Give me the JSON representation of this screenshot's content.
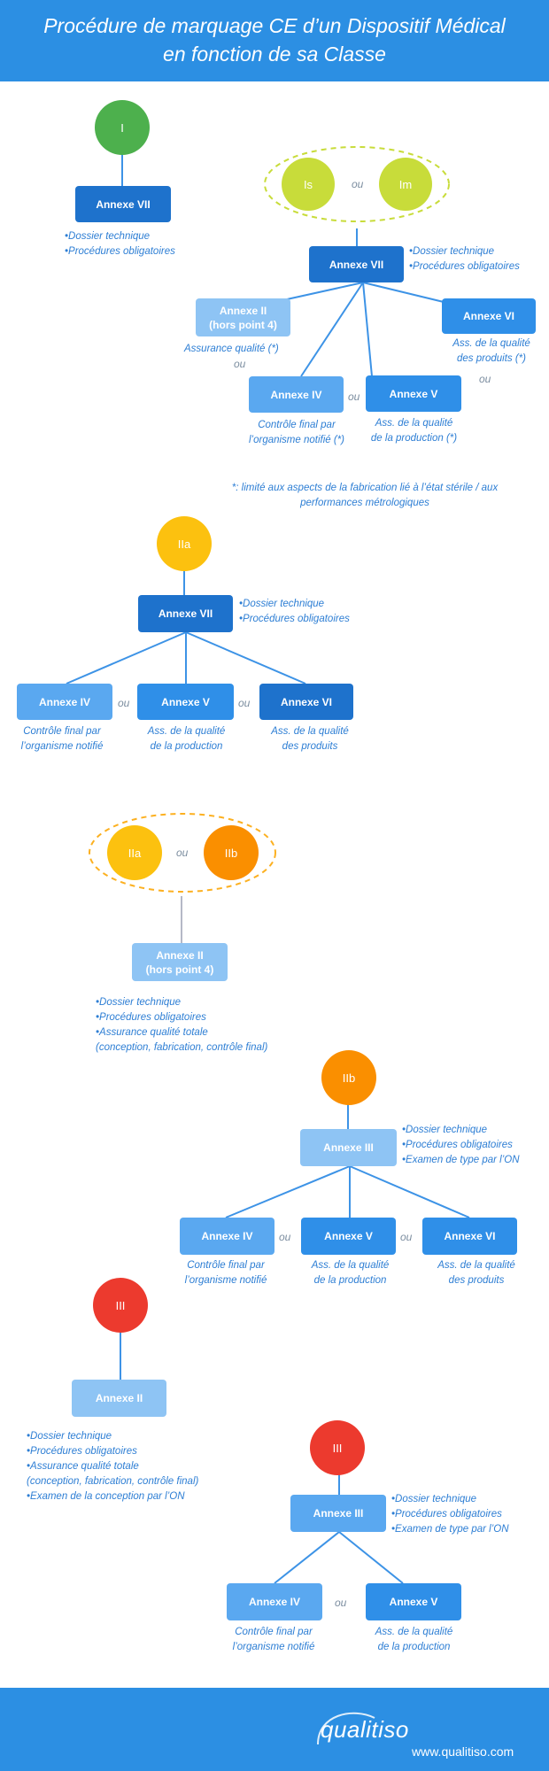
{
  "header": {
    "title_line1": "Procédure de marquage CE d’un Dispositif Médical",
    "title_line2": "en fonction de sa Classe"
  },
  "ou": "ou",
  "section1": {
    "class_label": "I",
    "box_label": "Annexe VII",
    "note": [
      "•Dossier technique",
      "•Procédures obligatoires"
    ]
  },
  "section2": {
    "class_is": "Is",
    "class_im": "Im",
    "main_box": "Annexe VII",
    "main_note": [
      "•Dossier technique",
      "•Procédures obligatoires"
    ],
    "annexe2_line1": "Annexe II",
    "annexe2_line2": "(hors point 4)",
    "annexe2_note": "Assurance qualité (*)",
    "annexe6": "Annexe VI",
    "annexe6_note": [
      "Ass. de la qualité",
      "des produits (*)"
    ],
    "annexe4": "Annexe IV",
    "annexe4_note": [
      "Contrôle final par",
      "l’organisme notifié (*)"
    ],
    "annexe5": "Annexe V",
    "annexe5_note": [
      "Ass. de la qualité",
      "de la production (*)"
    ],
    "footnote": [
      "*: limité aux aspects de la fabrication lié à l’état stérile / aux",
      "performances métrologiques"
    ]
  },
  "section3": {
    "class_label": "IIa",
    "main_box": "Annexe VII",
    "main_note": [
      "•Dossier technique",
      "•Procédures obligatoires"
    ],
    "annexe4": "Annexe IV",
    "annexe4_note": [
      "Contrôle final par",
      "l’organisme notifié"
    ],
    "annexe5": "Annexe V",
    "annexe5_note": [
      "Ass. de la qualité",
      "de la production"
    ],
    "annexe6": "Annexe VI",
    "annexe6_note": [
      "Ass. de la qualité",
      "des produits"
    ]
  },
  "section4": {
    "class_iia": "IIa",
    "class_iib": "IIb",
    "box_line1": "Annexe II",
    "box_line2": "(hors point 4)",
    "note": [
      "•Dossier technique",
      "•Procédures obligatoires",
      "•Assurance qualité totale",
      "(conception, fabrication, contrôle final)"
    ]
  },
  "section5": {
    "class_label": "IIb",
    "main_box": "Annexe III",
    "main_note": [
      "•Dossier technique",
      "•Procédures obligatoires",
      "•Examen de type par l’ON"
    ],
    "annexe4": "Annexe IV",
    "annexe4_note": [
      "Contrôle final par",
      "l’organisme notifié"
    ],
    "annexe5": "Annexe V",
    "annexe5_note": [
      "Ass. de la qualité",
      "de la production"
    ],
    "annexe6": "Annexe VI",
    "annexe6_note": [
      "Ass. de la qualité",
      "des produits"
    ]
  },
  "section6": {
    "class_label": "III",
    "box_label": "Annexe II",
    "note": [
      "•Dossier technique",
      "•Procédures obligatoires",
      "•Assurance qualité totale",
      "(conception, fabrication, contrôle final)",
      "•Examen de la conception par l’ON"
    ]
  },
  "section7": {
    "class_label": "III",
    "main_box": "Annexe III",
    "main_note": [
      "•Dossier technique",
      "•Procédures obligatoires",
      "•Examen de type par l’ON"
    ],
    "annexe4": "Annexe IV",
    "annexe4_note": [
      "Contrôle final par",
      "l’organisme notifié"
    ],
    "annexe5": "Annexe V",
    "annexe5_note": [
      "Ass. de la qualité",
      "de la production"
    ]
  },
  "footer": {
    "logo_text": "qualitiso",
    "website": "www.qualitiso.com"
  }
}
